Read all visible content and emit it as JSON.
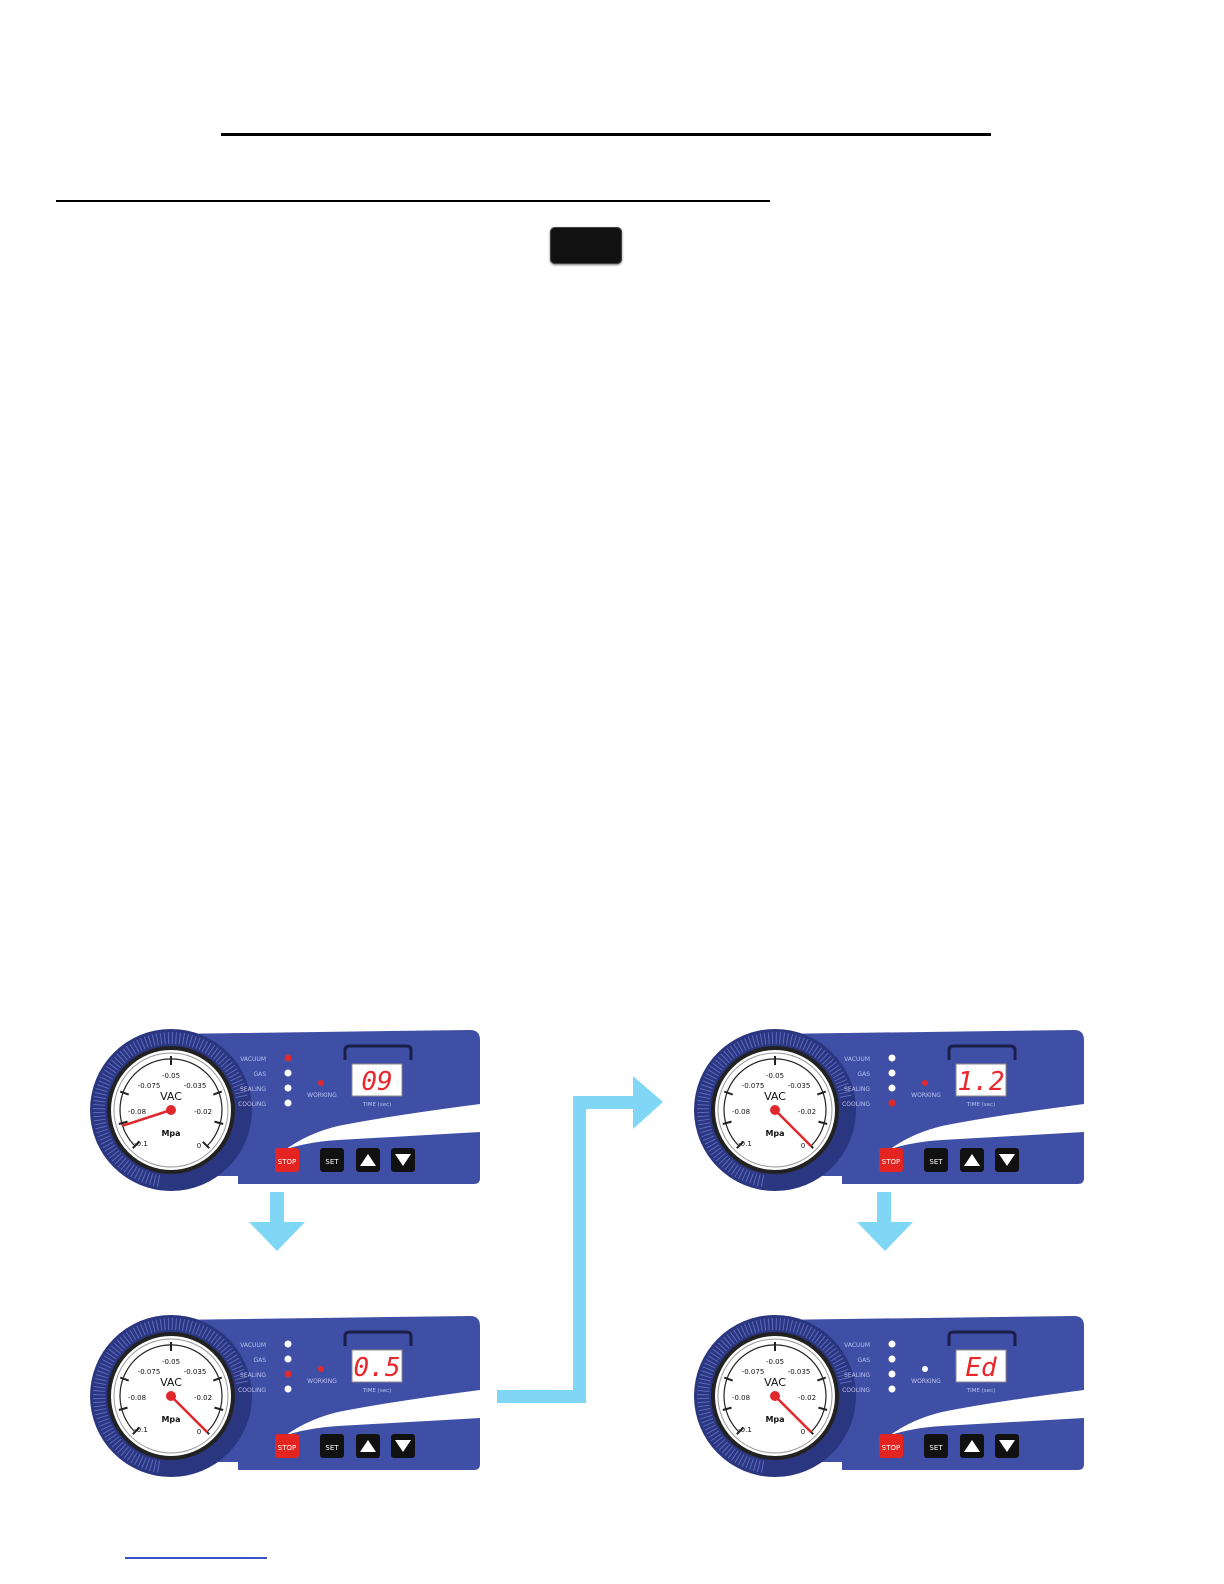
{
  "colors": {
    "panel_blue": "#3f4fa6",
    "panel_blue_dark": "#2b3680",
    "arrow_cyan": "#7fd6f5",
    "display_red": "#e8262b",
    "stop_red": "#e32421",
    "indicator_red": "#e0282c",
    "link_blue": "#3a53c6"
  },
  "gauge": {
    "center_label": "VAC",
    "unit_label": "Mpa",
    "scale": [
      "-0.1",
      "-0.08",
      "-0.075",
      "-0.05",
      "-0.035",
      "-0.02",
      "0"
    ]
  },
  "indicators": [
    "VACUUM",
    "GAS",
    "SEALING",
    "COOLING"
  ],
  "working_label": "WORKING",
  "time_label": "TIME (sec)",
  "buttons": {
    "stop": "STOP",
    "set": "SET",
    "up": "up-triangle-icon",
    "down": "down-triangle-icon"
  },
  "panels": [
    {
      "display": "09",
      "needle": -0.09,
      "active_indicator": "VACUUM",
      "working_on": true
    },
    {
      "display": "0.5",
      "needle": 0,
      "active_indicator": "SEALING",
      "working_on": true
    },
    {
      "display": "1.2",
      "needle": 0,
      "active_indicator": "COOLING",
      "working_on": true
    },
    {
      "display": "Ed",
      "needle": 0,
      "active_indicator": "",
      "working_on": false
    }
  ]
}
